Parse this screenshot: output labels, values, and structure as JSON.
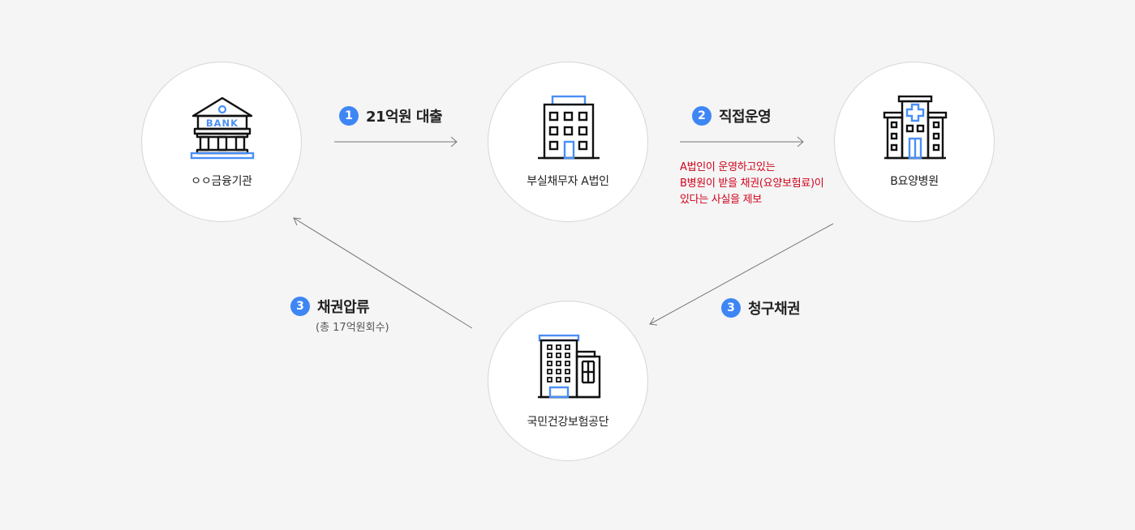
{
  "nodes": {
    "bank": {
      "label": "ㅇㅇ금융기관",
      "icon": "bank-icon",
      "icon_text": "BANK"
    },
    "company": {
      "label": "부실채무자 A법인",
      "icon": "office-building-icon"
    },
    "hospital": {
      "label": "B요양병원",
      "icon": "hospital-icon"
    },
    "nhis": {
      "label": "국민건강보험공단",
      "icon": "tall-building-icon"
    }
  },
  "steps": {
    "loan": {
      "number": "1",
      "label": "21억원 대출"
    },
    "operate": {
      "number": "2",
      "label": "직접운영"
    },
    "seize": {
      "number": "3",
      "label": "채권압류",
      "note": "(총 17억원회수)"
    },
    "claim": {
      "number": "3",
      "label": "청구채권"
    }
  },
  "report_note": {
    "line1": "A법인이 운영하고있는",
    "line2": "B병원이 받을 채권(요양보험료)이",
    "line3": "있다는  사실을 제보"
  },
  "colors": {
    "accent_blue": "#3f86f5",
    "icon_blue": "#4a8ff5",
    "note_red": "#d0021b",
    "arrow_gray": "#777777"
  }
}
